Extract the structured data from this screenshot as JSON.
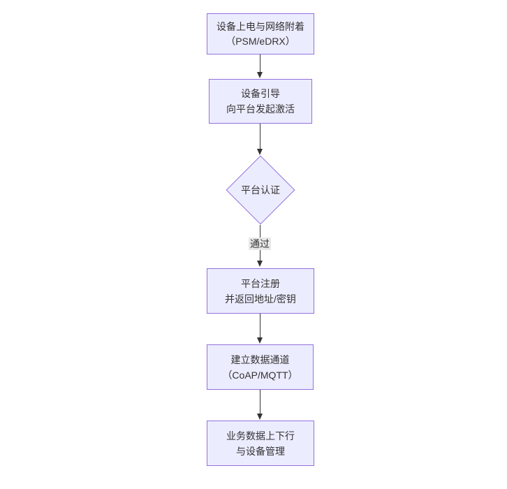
{
  "diagram": {
    "type": "flowchart",
    "direction": "top-down",
    "colors": {
      "node_fill": "#ECECFF",
      "node_border": "#9370DB",
      "edge_line": "#333333",
      "edge_label_bg": "#e8e8e8",
      "text": "#333333",
      "background": "#ffffff"
    },
    "nodes": [
      {
        "id": "attach",
        "shape": "rect",
        "line1": "设备上电与网络附着",
        "line2": "（PSM/eDRX）"
      },
      {
        "id": "bootstrap",
        "shape": "rect",
        "line1": "设备引导",
        "line2": "向平台发起激活"
      },
      {
        "id": "auth",
        "shape": "diamond",
        "line1": "平台认证",
        "line2": ""
      },
      {
        "id": "register",
        "shape": "rect",
        "line1": "平台注册",
        "line2": "并返回地址/密钥"
      },
      {
        "id": "channel",
        "shape": "rect",
        "line1": "建立数据通道",
        "line2": "（CoAP/MQTT）"
      },
      {
        "id": "service",
        "shape": "rect",
        "line1": "业务数据上下行",
        "line2": "与设备管理"
      }
    ],
    "edges": [
      {
        "from": "attach",
        "to": "bootstrap",
        "label": ""
      },
      {
        "from": "bootstrap",
        "to": "auth",
        "label": ""
      },
      {
        "from": "auth",
        "to": "register",
        "label": "通过"
      },
      {
        "from": "register",
        "to": "channel",
        "label": ""
      },
      {
        "from": "channel",
        "to": "service",
        "label": ""
      }
    ]
  }
}
